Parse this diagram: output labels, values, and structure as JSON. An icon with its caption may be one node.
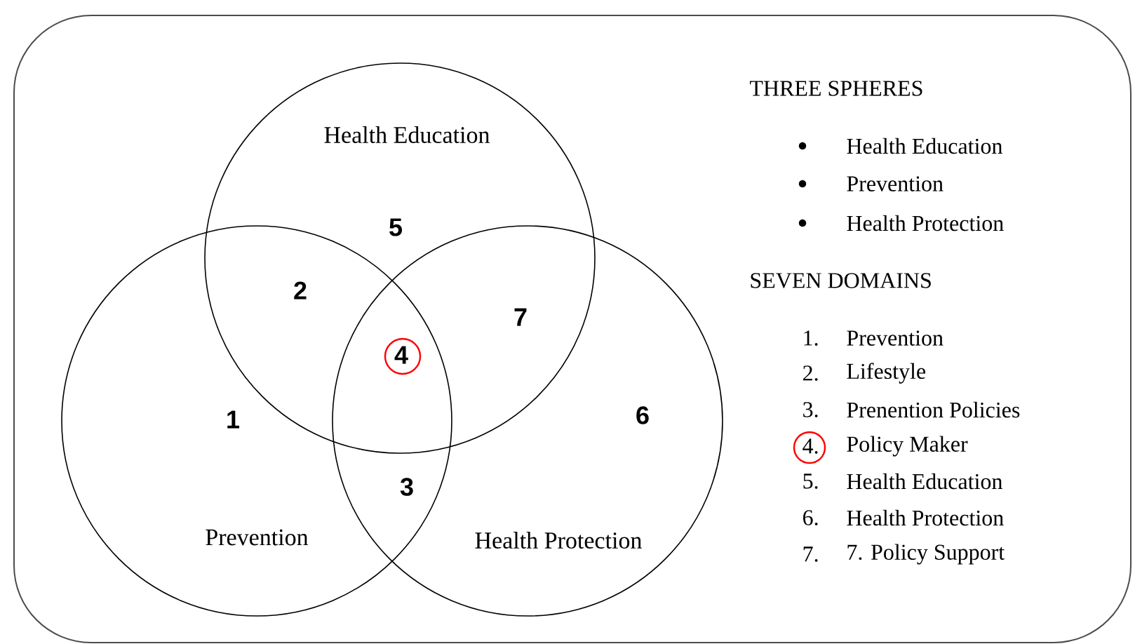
{
  "diagram": {
    "nodes": [
      {
        "text": [
          "Health Education"
        ]
      },
      {
        "text": [
          "Prevention"
        ]
      },
      {
        "text": [
          "Health Protection"
        ]
      }
    ],
    "labels": [
      "5",
      "2",
      "4",
      "7",
      "1",
      "6",
      "3",
      "THREE SPHERES",
      "Health Education",
      "Prevention",
      "Health Protection",
      "SEVEN DOMAINS",
      "1.",
      "Prevention",
      "2.",
      "Lifestyle",
      "3.",
      "Prenention Policies",
      "4.",
      "Policy Maker",
      "5.",
      "Health Education",
      "6.",
      "Health Protection",
      "7.",
      "7. Policy Support"
    ]
  }
}
